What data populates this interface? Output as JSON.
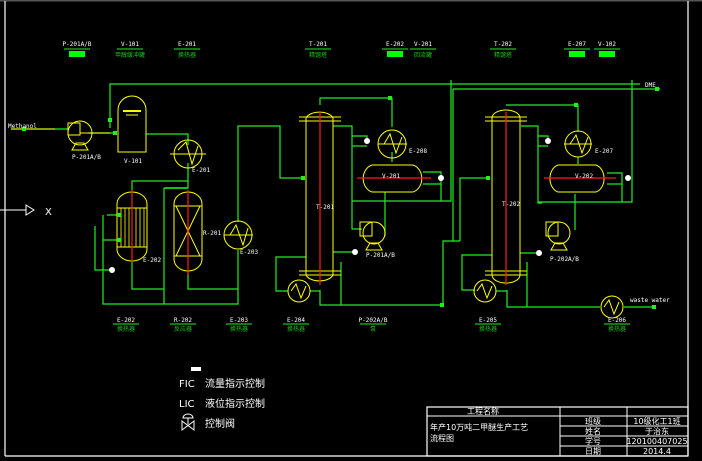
{
  "diagram": {
    "type": "process flow diagram",
    "top_tags": [
      {
        "tag": "P-201A/B",
        "desc": "",
        "indicator": true
      },
      {
        "tag": "V-101",
        "desc": "甲醇缓冲罐",
        "indicator": false
      },
      {
        "tag": "E-201",
        "desc": "换热器",
        "indicator": false
      },
      {
        "tag": "T-201",
        "desc": "精馏塔",
        "indicator": false
      },
      {
        "tag": "E-202",
        "desc": "",
        "indicator": true
      },
      {
        "tag": "V-201",
        "desc": "回流罐",
        "indicator": false
      },
      {
        "tag": "T-202",
        "desc": "精馏塔",
        "indicator": false
      },
      {
        "tag": "E-207",
        "desc": "",
        "indicator": true
      },
      {
        "tag": "V-102",
        "desc": "",
        "indicator": true
      }
    ],
    "bottom_tags": [
      {
        "tag": "E-202",
        "desc": "换热器"
      },
      {
        "tag": "R-202",
        "desc": "反应器"
      },
      {
        "tag": "E-203",
        "desc": "换热器"
      },
      {
        "tag": "E-204",
        "desc": "换热器"
      },
      {
        "tag": "P-202A/B",
        "desc": "泵"
      },
      {
        "tag": "E-205",
        "desc": "换热器"
      },
      {
        "tag": "E-206",
        "desc": "换热器"
      }
    ],
    "equipment_labels": {
      "pump1": "P-201A/B",
      "v101": "V-101",
      "e201": "E-201",
      "e202": "E-202",
      "r201": "R-201",
      "e203": "E-203",
      "t201": "T-201",
      "e208": "E-208",
      "v201": "V-201",
      "p201": "P-201A/B",
      "t202": "T-202",
      "e207": "E-207",
      "v202": "V-202",
      "p202": "P-202A/B",
      "e206": "E-206"
    },
    "streams": {
      "feed": "Methanol",
      "dme": "DME",
      "waste": "waste water"
    },
    "axis_marker": "X"
  },
  "legend": {
    "fic_code": "FIC",
    "fic_text": "流量指示控制",
    "lic_code": "LIC",
    "lic_text": "液位指示控制",
    "valve_text": "控制阀"
  },
  "title_block": {
    "project_label": "工程名称",
    "project_name_line1": "年产10万吨二甲醚生产工艺",
    "project_name_line2": "流程图",
    "rows": [
      {
        "key": "班级",
        "value": "10级化工1班"
      },
      {
        "key": "姓名",
        "value": "于治东"
      },
      {
        "key": "学号",
        "value": "1201004070​25"
      },
      {
        "key": "日期",
        "value": "2014.4"
      }
    ]
  }
}
